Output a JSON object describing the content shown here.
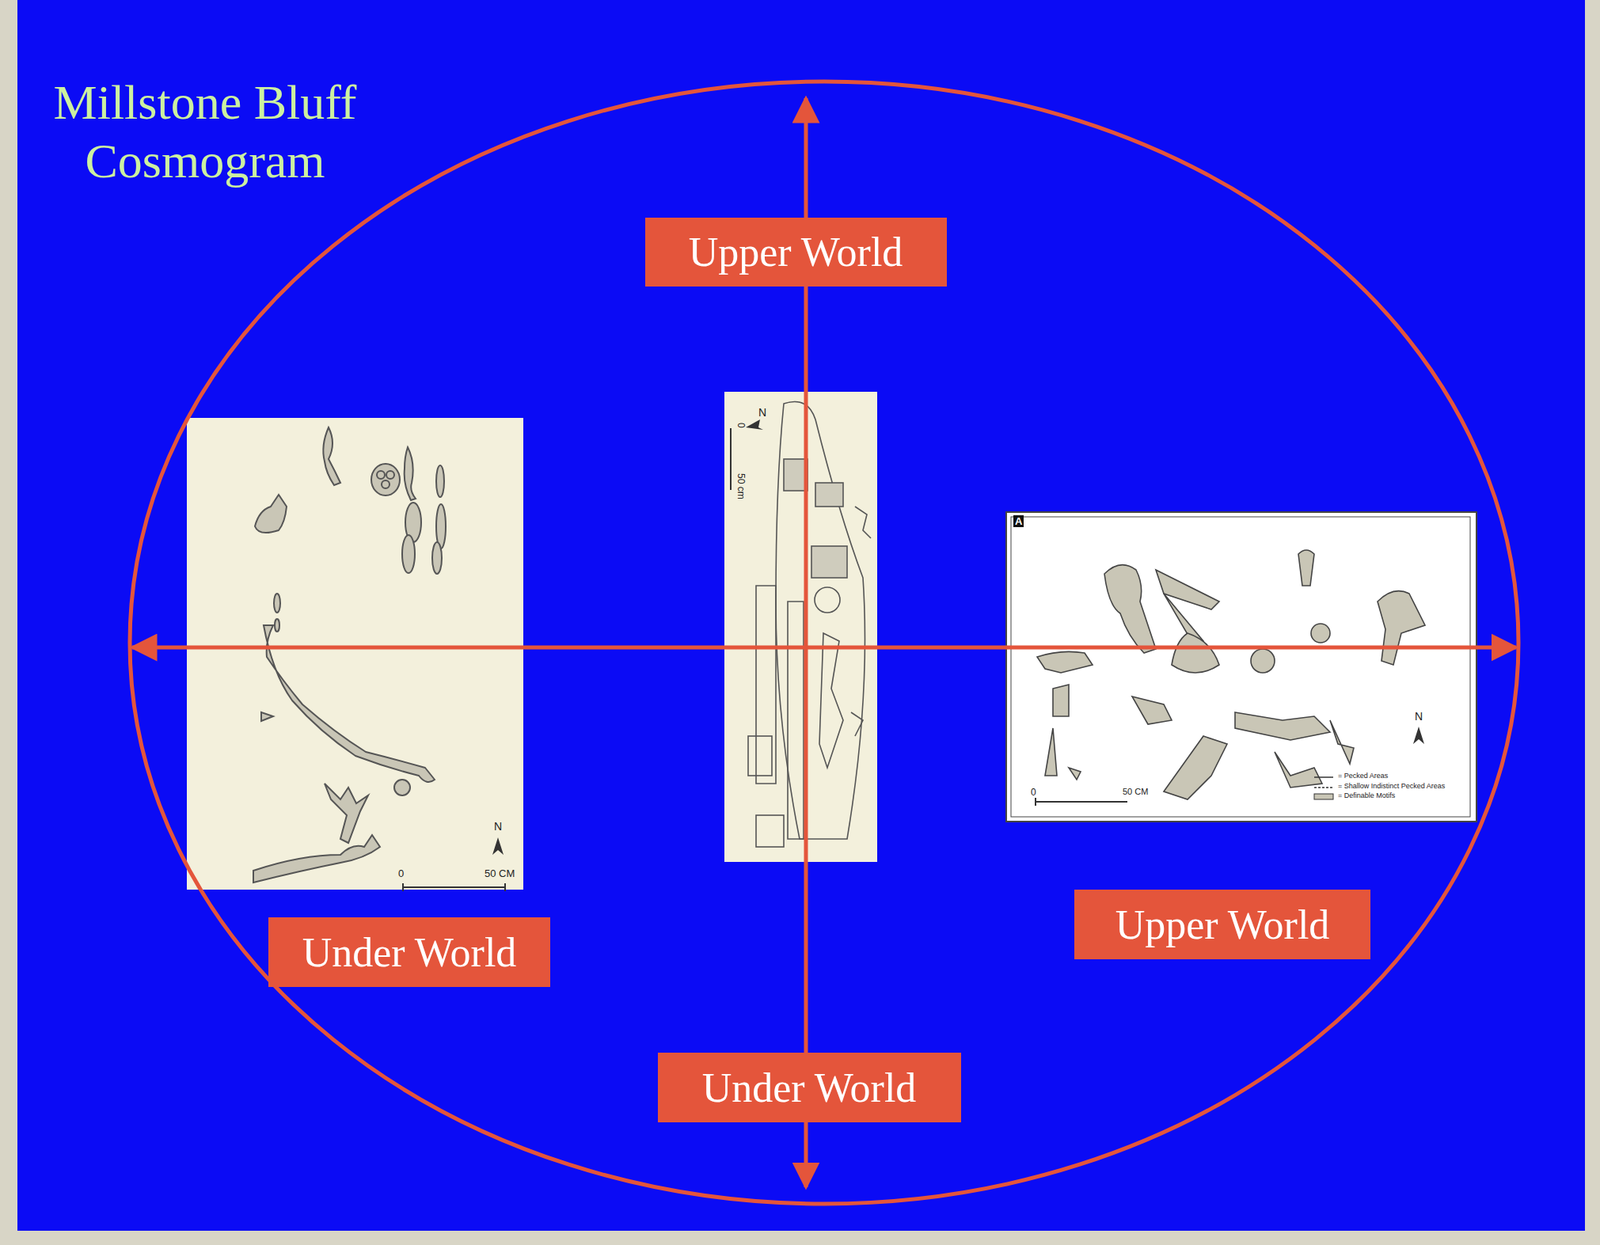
{
  "diagram": {
    "title": "Millstone Bluff Cosmogram",
    "nodes": [
      {
        "text": [
          "Upper World"
        ]
      },
      {
        "text": [
          "Under World"
        ]
      },
      {
        "text": [
          "Upper World"
        ]
      },
      {
        "text": [
          "Under World"
        ]
      }
    ],
    "edges": [],
    "labels": [
      "0",
      "50 CM",
      "N",
      "N",
      "0",
      "50 cm",
      "A",
      "0",
      "50 CM",
      "N"
    ],
    "legend": [
      {
        "text": "= Pecked Areas"
      },
      {
        "text": "= Shallow Indistinct Pecked Areas"
      },
      {
        "text": "= Definable Motifs"
      }
    ]
  }
}
